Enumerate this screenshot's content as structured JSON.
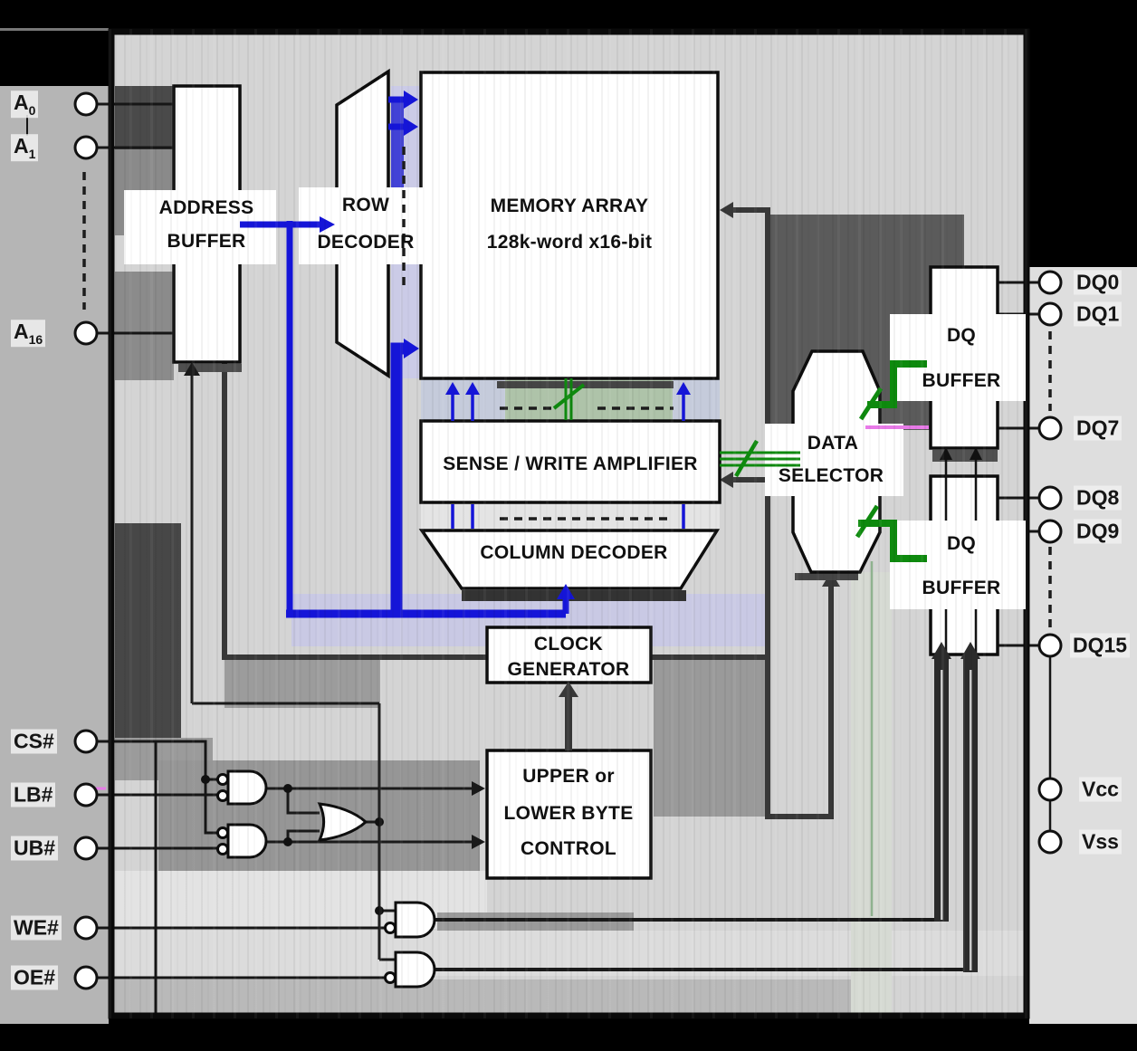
{
  "blocks": {
    "address_buffer": {
      "lines": [
        "ADDRESS",
        "BUFFER"
      ]
    },
    "row_decoder": {
      "lines": [
        "ROW",
        "DECODER"
      ]
    },
    "memory_array": {
      "lines": [
        "MEMORY ARRAY",
        "128k-word x16-bit"
      ]
    },
    "sense_write_amplifier": {
      "label": "SENSE / WRITE AMPLIFIER"
    },
    "column_decoder": {
      "label": "COLUMN DECODER"
    },
    "clock_generator": {
      "lines": [
        "CLOCK",
        "GENERATOR"
      ]
    },
    "byte_control": {
      "lines": [
        "UPPER or",
        "LOWER BYTE",
        "CONTROL"
      ]
    },
    "data_selector": {
      "lines": [
        "DATA",
        "SELECTOR"
      ]
    },
    "dq_buffer_upper": {
      "lines": [
        "DQ",
        "BUFFER"
      ]
    },
    "dq_buffer_lower": {
      "lines": [
        "DQ",
        "BUFFER"
      ]
    }
  },
  "pins": {
    "left": [
      {
        "main": "A",
        "sub": "0"
      },
      {
        "main": "A",
        "sub": "1"
      },
      {
        "main": "A",
        "sub": "16"
      },
      {
        "main": "CS#"
      },
      {
        "main": "LB#"
      },
      {
        "main": "UB#"
      },
      {
        "main": "WE#"
      },
      {
        "main": "OE#"
      }
    ],
    "right": [
      {
        "main": "DQ0"
      },
      {
        "main": "DQ1"
      },
      {
        "main": "DQ7"
      },
      {
        "main": "DQ8"
      },
      {
        "main": "DQ9"
      },
      {
        "main": "DQ15"
      },
      {
        "main": "Vcc"
      },
      {
        "main": "Vss"
      }
    ]
  },
  "colors": {
    "address_bus_blue": "#1515d8",
    "data_bus_green": "#0e8a0e",
    "control_net_dark": "#383838",
    "highlight_magenta": "#e87ae8",
    "frame_black": "#0a0a0a"
  }
}
